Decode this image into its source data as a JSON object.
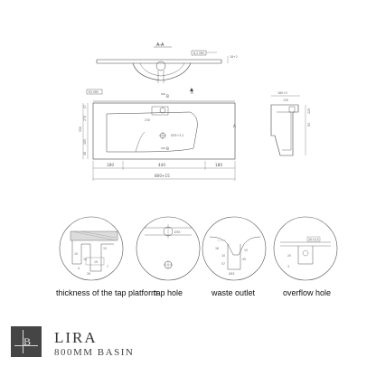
{
  "drawing": {
    "section_aa_title": "A-A",
    "section_aa_callouts": [
      "8-2 MM",
      "18+2"
    ],
    "front_view": {
      "corner_label": "R2 MM",
      "section_marks": [
        "A",
        "A"
      ],
      "cut_marks": [
        "B",
        "B"
      ],
      "width_breakdown": [
        "180",
        "440",
        "180"
      ],
      "overall_width": "800+15",
      "tap_offset": "230",
      "tap_hole_diameter": "Ø35+3.2",
      "heights": [
        "47",
        "270",
        "350",
        "105",
        "48"
      ]
    },
    "side_view": {
      "top_dims": [
        "180+5",
        "130"
      ],
      "heights": [
        "85",
        "120"
      ]
    },
    "detail_labels": {
      "tap_platform": [
        "10",
        "10",
        "19",
        "4",
        "15",
        "26",
        "7"
      ],
      "tap_hole": [
        "Ø35"
      ],
      "waste_outlet": [
        "18",
        "15",
        "10",
        "45",
        "57",
        "Ø45"
      ],
      "overflow_hole": [
        "30+0.5",
        "25",
        "3"
      ]
    }
  },
  "captions": [
    "thickness of the tap platform",
    "tap hole",
    "waste outlet",
    "overflow hole"
  ],
  "brand": {
    "logo_letter": "B",
    "product_name": "LIRA",
    "product_subtitle": "800MM BASIN"
  },
  "colors": {
    "line": "#444444",
    "light_line": "#9a9a9a",
    "logo_background": "#454545"
  }
}
